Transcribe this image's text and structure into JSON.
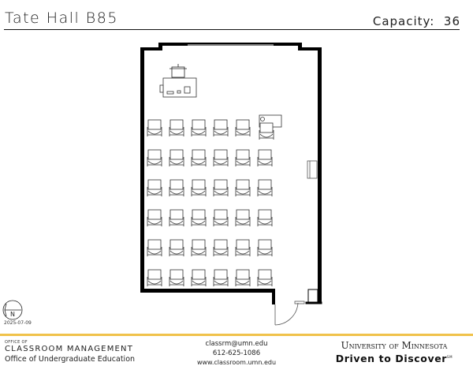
{
  "header": {
    "room": "Tate Hall B85",
    "capacity_label": "Capacity:",
    "capacity": "36"
  },
  "plan": {
    "seat_rows": 6,
    "seat_cols": 6,
    "accessible_desk": "front-row-right",
    "compass": "N",
    "date": "2025-07-09"
  },
  "footer": {
    "office_of": "OFFICE OF",
    "dept": "CLASSROOM MANAGEMENT",
    "office": "Office of Undergraduate Education",
    "email": "classrm@umn.edu",
    "phone": "612-625-1086",
    "website": "www.classroom.umn.edu",
    "university": "University of Minnesota",
    "tagline": "Driven to Discover",
    "tagline_mark": "SM",
    "accent_color": "#f0c24b"
  }
}
